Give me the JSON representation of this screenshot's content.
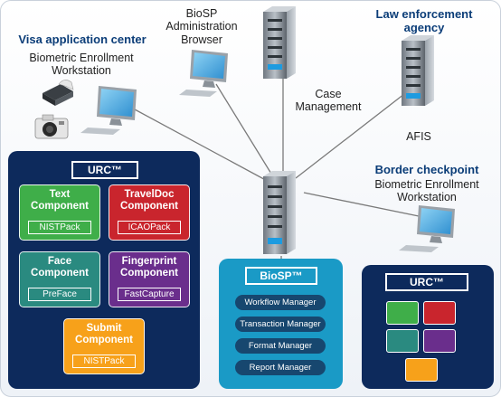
{
  "colors": {
    "navy_panel": "#0d2a5c",
    "teal_panel": "#1a9ac6",
    "green": "#3fae49",
    "red": "#c9252d",
    "teal": "#2a8a80",
    "purple": "#6a2e8c",
    "orange": "#f7a11a",
    "heading": "#0b3d78"
  },
  "locations": {
    "visa_center": "Visa application center",
    "visa_workstation": "Biometric Enrollment\nWorkstation",
    "admin_browser": "BioSP\nAdministration\nBrowser",
    "case_management": "Case\nManagement",
    "law_enforcement": "Law enforcement\nagency",
    "afis": "AFIS",
    "border_checkpoint": "Border checkpoint",
    "border_workstation": "Biometric Enrollment\nWorkstation"
  },
  "urc_panel": {
    "title": "URC™",
    "components": [
      {
        "name": "Text\nComponent",
        "tag": "NISTPack",
        "color_key": "green"
      },
      {
        "name": "TravelDoc\nComponent",
        "tag": "ICAOPack",
        "color_key": "red"
      },
      {
        "name": "Face\nComponent",
        "tag": "PreFace",
        "color_key": "teal"
      },
      {
        "name": "Fingerprint\nComponent",
        "tag": "FastCapture",
        "color_key": "purple"
      },
      {
        "name": "Submit\nComponent",
        "tag": "NISTPack",
        "color_key": "orange"
      }
    ]
  },
  "biosp_panel": {
    "title": "BioSP™",
    "managers": [
      "Workflow Manager",
      "Transaction Manager",
      "Format Manager",
      "Report Manager"
    ]
  },
  "urc_small_panel": {
    "title": "URC™",
    "tiles": [
      "green",
      "red",
      "teal",
      "purple",
      "orange"
    ]
  },
  "icons": [
    "server-icon",
    "workstation-icon",
    "scanner-icon",
    "camera-icon"
  ]
}
